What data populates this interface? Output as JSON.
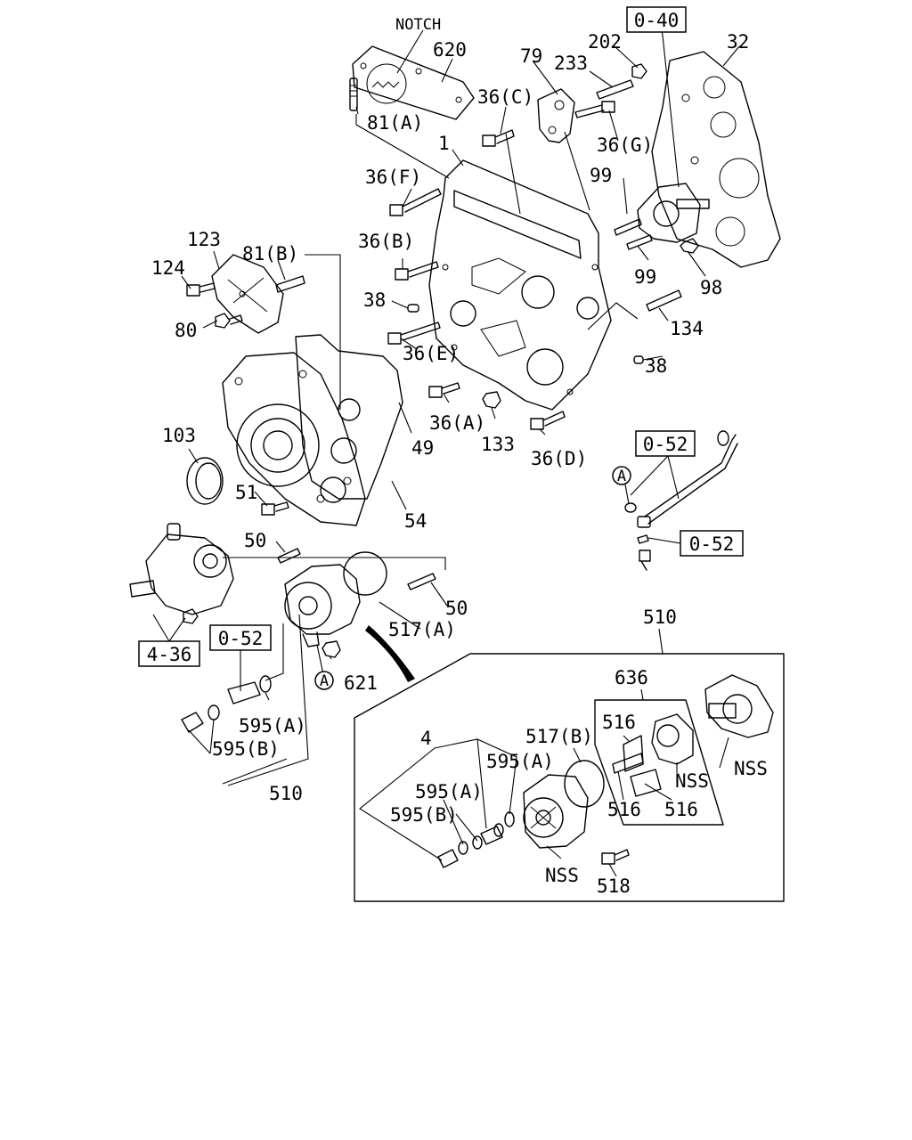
{
  "diagram": {
    "callouts": {
      "notch": "NOTCH",
      "p620": "620",
      "p81a": "81(A)",
      "p79": "79",
      "p202": "202",
      "p233": "233",
      "p32": "32",
      "p36c": "36(C)",
      "p36g": "36(G)",
      "p1": "1",
      "p36f": "36(F)",
      "p99a": "99",
      "p99b": "99",
      "p98": "98",
      "p123": "123",
      "p81b": "81(B)",
      "p36b": "36(B)",
      "p124": "124",
      "p38a": "38",
      "p80": "80",
      "p134": "134",
      "p36e": "36(E)",
      "p38b": "38",
      "p36a": "36(A)",
      "p133": "133",
      "p36d": "36(D)",
      "p103": "103",
      "p49": "49",
      "p51": "51",
      "p54": "54",
      "p50a": "50",
      "p50b": "50",
      "p517a": "517(A)",
      "p621": "621",
      "p595a1": "595(A)",
      "p595b1": "595(B)",
      "p510a": "510",
      "p510b": "510",
      "p636": "636",
      "p517b": "517(B)",
      "p516a": "516",
      "p4": "4",
      "p595a2": "595(A)",
      "p595a3": "595(A)",
      "p595b2": "595(B)",
      "p516b": "516",
      "p516c": "516",
      "nss1": "NSS",
      "nss2": "NSS",
      "nss3": "NSS",
      "p518": "518"
    },
    "refs": {
      "r040": "0-40",
      "r052a": "0-52",
      "r052b": "0-52",
      "r052c": "0-52",
      "r436": "4-36"
    },
    "circle_marks": {
      "a1": "A",
      "a2": "A"
    }
  }
}
